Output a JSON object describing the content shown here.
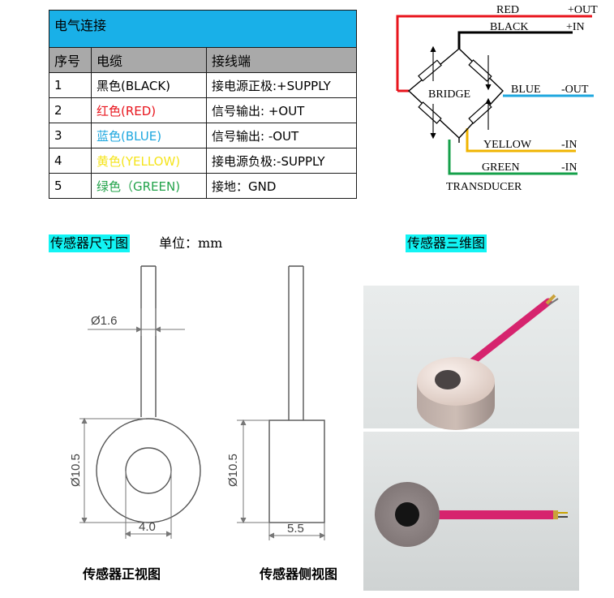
{
  "wiring": {
    "title": "电气连接",
    "headers": {
      "index": "序号",
      "cable": "电缆",
      "terminal": "接线端"
    },
    "rows": [
      {
        "index": "1",
        "cable": "黑色(BLACK)",
        "cable_color": "#000000",
        "terminal": "接电源正极:+SUPPLY"
      },
      {
        "index": "2",
        "cable": "红色(RED)",
        "cable_color": "#e8141c",
        "terminal": "信号输出: +OUT"
      },
      {
        "index": "3",
        "cable": "蓝色(BLUE)",
        "cable_color": "#1ea7df",
        "terminal": "信号输出: -OUT"
      },
      {
        "index": "4",
        "cable": "黄色(YELLOW)",
        "cable_color": "#f5e41c",
        "terminal": "接电源负极:-SUPPLY"
      },
      {
        "index": "5",
        "cable": "绿色（GREEN)",
        "cable_color": "#22a34a",
        "terminal": "接地：GND"
      }
    ]
  },
  "bridge": {
    "wires": [
      {
        "name": "RED",
        "signal": "+OUT",
        "color": "#e8141c"
      },
      {
        "name": "BLACK",
        "signal": "+IN",
        "color": "#000000"
      },
      {
        "name": "BLUE",
        "signal": "-OUT",
        "color": "#1ea7df"
      },
      {
        "name": "YELLOW",
        "signal": "-IN",
        "color": "#f0b400"
      },
      {
        "name": "GREEN",
        "signal": "-IN",
        "color": "#15a04a"
      }
    ],
    "bridge_label": "BRIDGE",
    "transducer_label": "TRANSDUCER"
  },
  "dimensions": {
    "section_label": "传感器尺寸图",
    "unit_label": "单位：mm",
    "wire_diameter": "Ø1.6",
    "outer_diameter": "Ø10.5",
    "inner_diameter": "4.0",
    "side_diameter": "Ø10.5",
    "thickness": "5.5",
    "front_caption": "传感器正视图",
    "side_caption": "传感器侧视图"
  },
  "model3d": {
    "section_label": "传感器三维图",
    "cable_color": "#d6246e"
  },
  "highlight_color": "#12f4f4",
  "header_color": "#19b0e8"
}
